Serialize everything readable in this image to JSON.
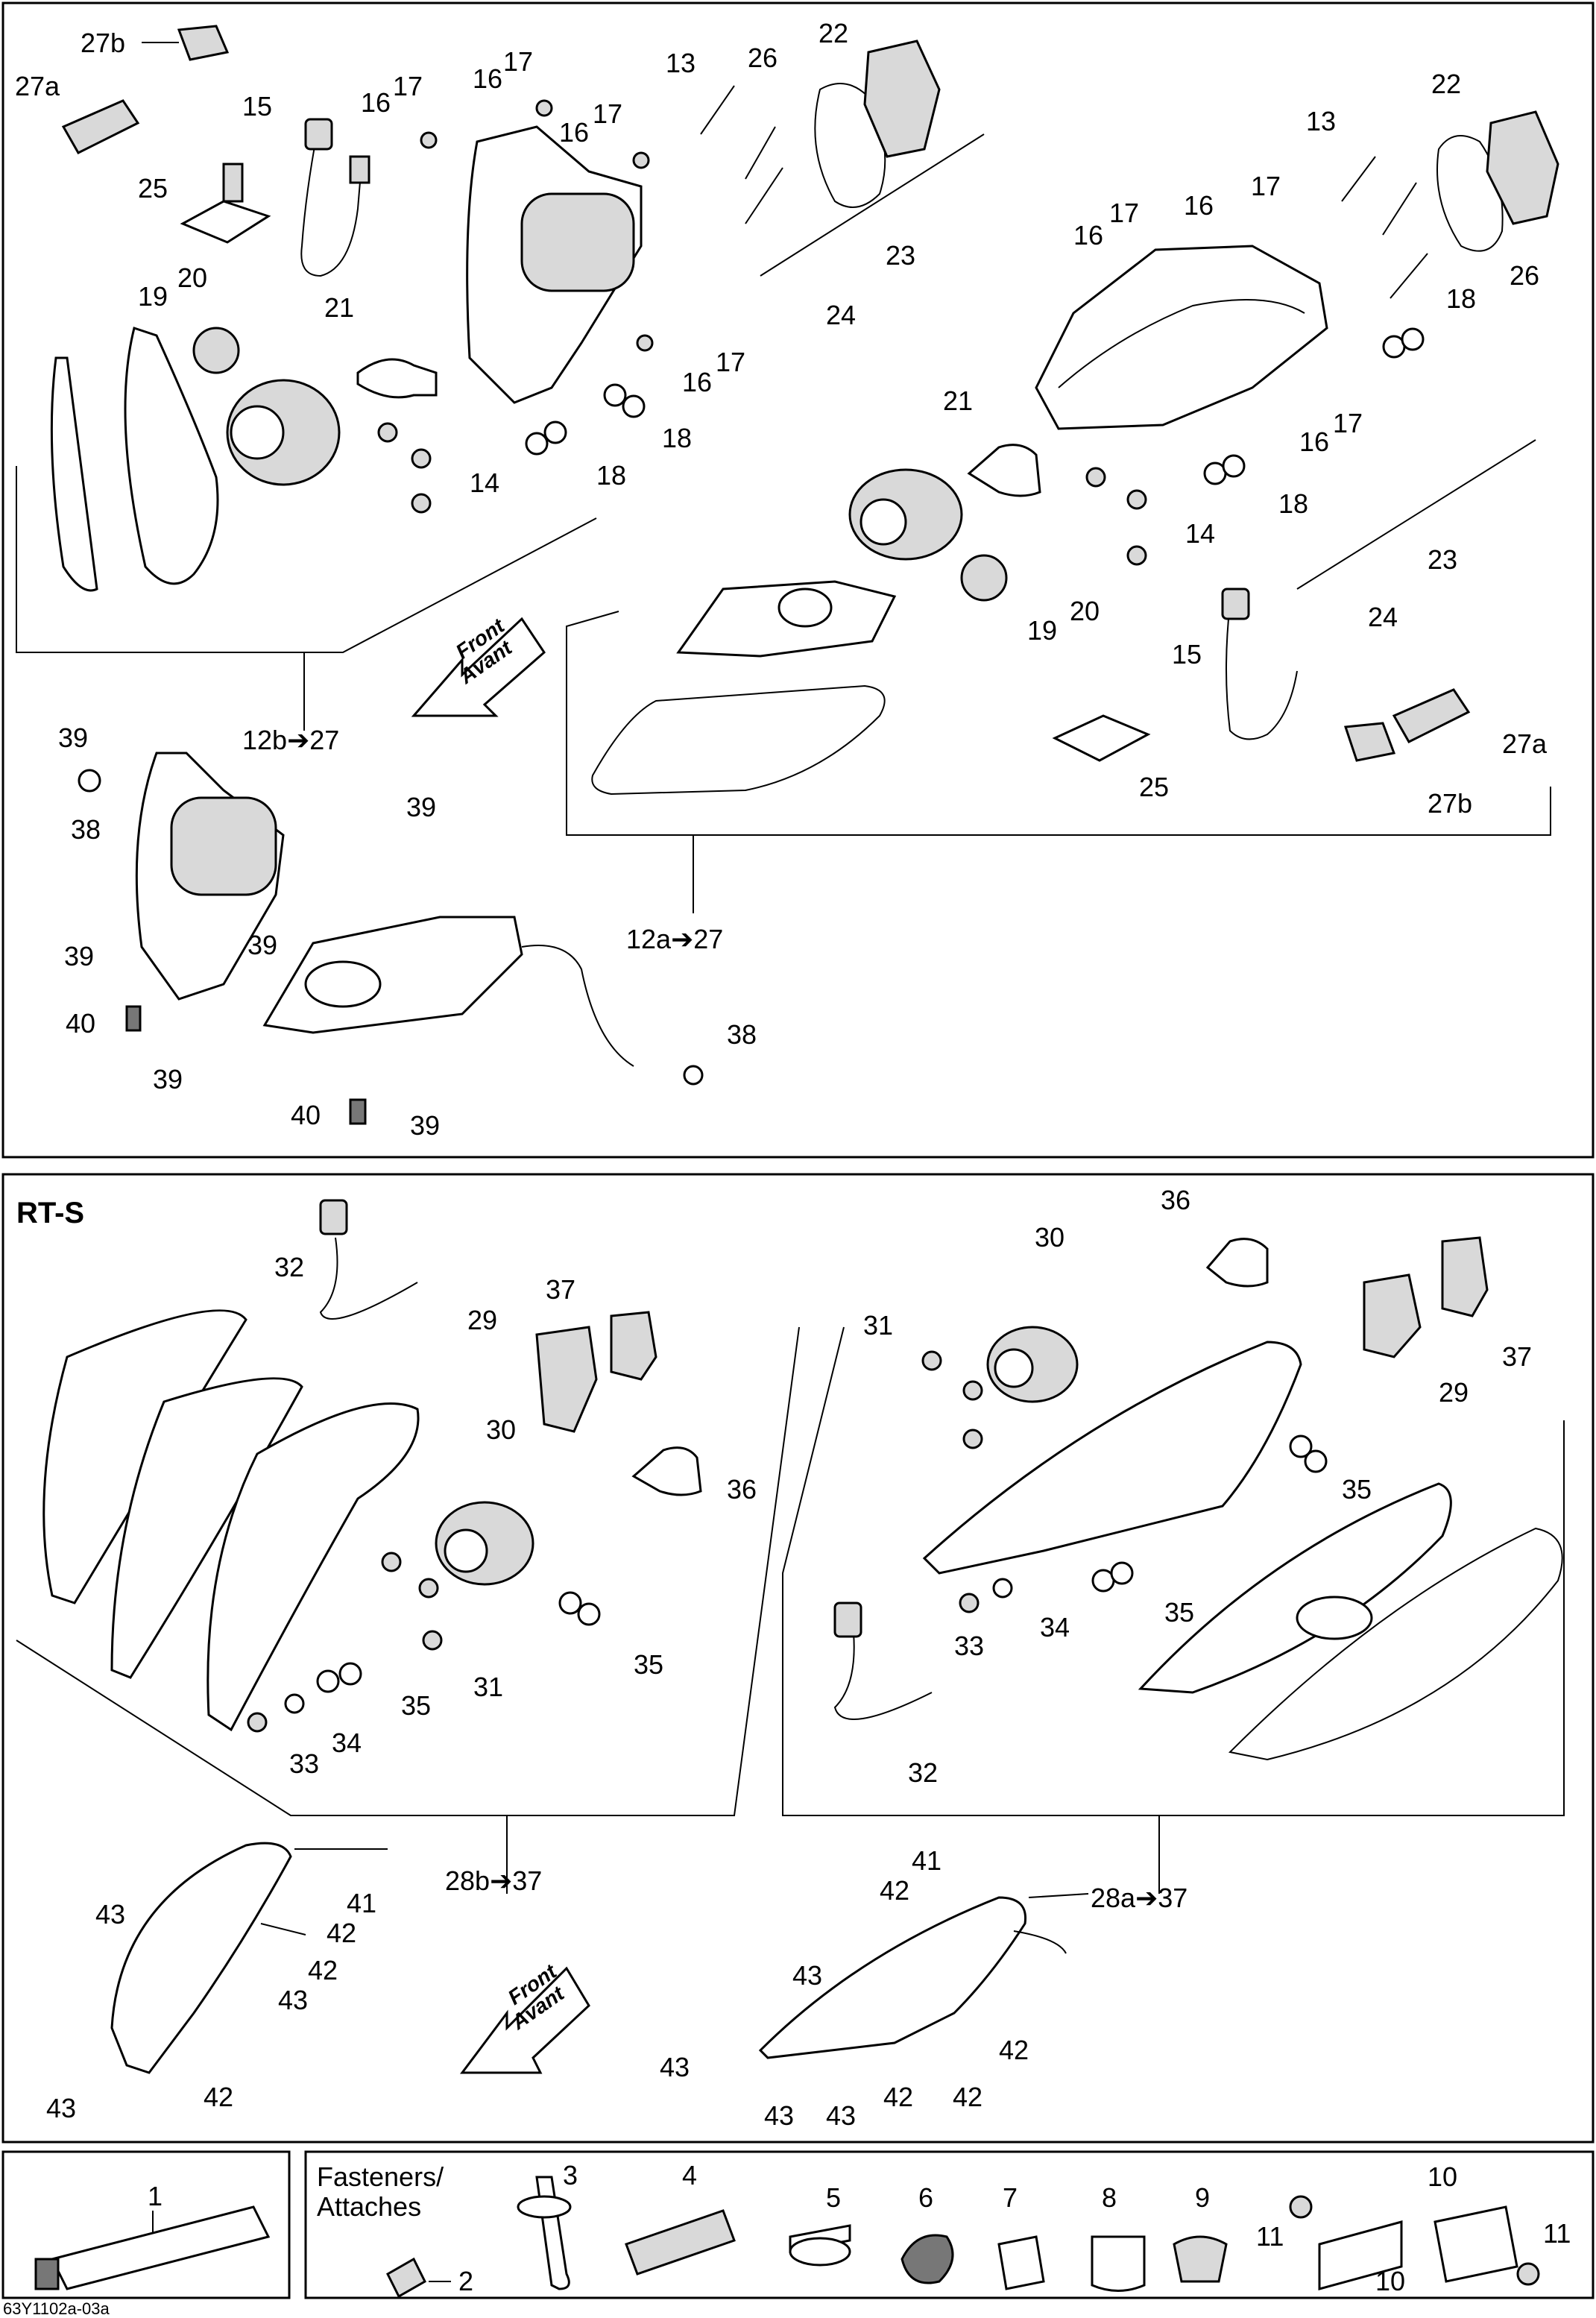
{
  "diagram_code": "63Y1102a-03a",
  "sections": {
    "top": {
      "title": ""
    },
    "rts": {
      "title": "RT-S"
    },
    "tools": {
      "title": ""
    },
    "fasteners": {
      "title_line1": "Fasteners/",
      "title_line2": "Attaches"
    }
  },
  "direction_arrows": [
    {
      "line1": "Front",
      "line2": "Avant"
    },
    {
      "line1": "Front",
      "line2": "Avant"
    }
  ],
  "callouts": {
    "top": [
      "27b",
      "27a",
      "15",
      "25",
      "20",
      "19",
      "21",
      "17",
      "16",
      "17",
      "16",
      "17",
      "16",
      "17",
      "16",
      "14",
      "18",
      "18",
      "13",
      "26",
      "22",
      "23",
      "24",
      "13",
      "22",
      "26",
      "17",
      "16",
      "17",
      "16",
      "18",
      "17",
      "16",
      "21",
      "18",
      "14",
      "23",
      "24",
      "19",
      "20",
      "15",
      "27a",
      "25",
      "27b",
      "39",
      "12b➔27",
      "38",
      "39",
      "39",
      "39",
      "40",
      "39",
      "40",
      "39",
      "12a➔27",
      "38"
    ],
    "rts": [
      "32",
      "37",
      "29",
      "30",
      "36",
      "31",
      "35",
      "35",
      "34",
      "33",
      "30",
      "36",
      "31",
      "37",
      "29",
      "35",
      "35",
      "34",
      "33",
      "32",
      "28b➔37",
      "41",
      "42",
      "43",
      "42",
      "43",
      "43",
      "42",
      "41",
      "42",
      "28a➔37",
      "43",
      "42",
      "43",
      "42",
      "42",
      "43",
      "43"
    ],
    "fasteners": [
      "1",
      "2",
      "3",
      "4",
      "5",
      "6",
      "7",
      "8",
      "9",
      "10",
      "11",
      "10",
      "11"
    ]
  }
}
